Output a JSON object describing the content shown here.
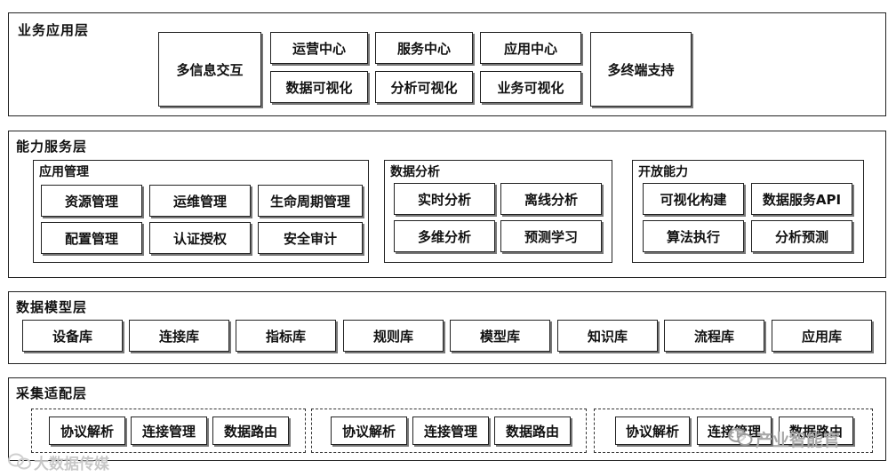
{
  "layers": {
    "business": {
      "title": "业务应用层",
      "items": [
        "多信息交互",
        "运营中心",
        "服务中心",
        "应用中心",
        "数据可视化",
        "分析可视化",
        "业务可视化",
        "多终端支持"
      ]
    },
    "capability": {
      "title": "能力服务层",
      "groups": [
        {
          "title": "应用管理",
          "items": [
            "资源管理",
            "运维管理",
            "生命周期管理",
            "配置管理",
            "认证授权",
            "安全审计"
          ]
        },
        {
          "title": "数据分析",
          "items": [
            "实时分析",
            "离线分析",
            "多维分析",
            "预测学习"
          ]
        },
        {
          "title": "开放能力",
          "items": [
            "可视化构建",
            "数据服务API",
            "算法执行",
            "分析预测"
          ]
        }
      ]
    },
    "data_model": {
      "title": "数据模型层",
      "items": [
        "设备库",
        "连接库",
        "指标库",
        "规则库",
        "模型库",
        "知识库",
        "流程库",
        "应用库"
      ]
    },
    "adapter": {
      "title": "采集适配层",
      "groups": [
        {
          "items": [
            "协议解析",
            "连接管理",
            "数据路由"
          ]
        },
        {
          "items": [
            "协议解析",
            "连接管理",
            "数据路由"
          ]
        },
        {
          "items": [
            "协议解析",
            "连接管理",
            "数据路由"
          ]
        }
      ]
    }
  },
  "watermarks": {
    "left": "大数据传媒",
    "right": "产业智能官"
  }
}
